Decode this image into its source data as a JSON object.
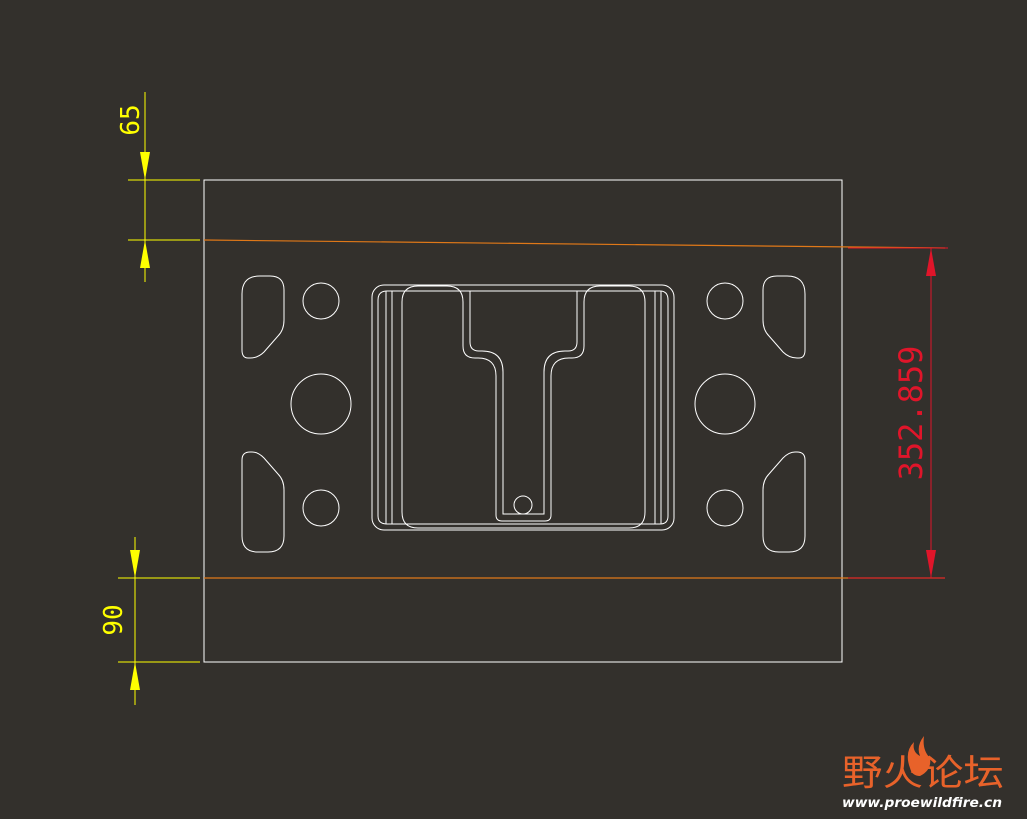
{
  "drawing": {
    "background_color": "#33302c",
    "outline_color": "#ffffff",
    "parting_line_color": "#e07818",
    "dim_top_label": "65",
    "dim_bottom_label": "90",
    "dim_right_label": "352.859",
    "dim_top_color": "#ffff00",
    "dim_bottom_color": "#ffff00",
    "dim_right_color": "#e0152a"
  },
  "watermark": {
    "title": "野火论坛",
    "url": "www.proewildfire.cn",
    "title_color": "#e8622a",
    "url_color": "#ffffff"
  }
}
